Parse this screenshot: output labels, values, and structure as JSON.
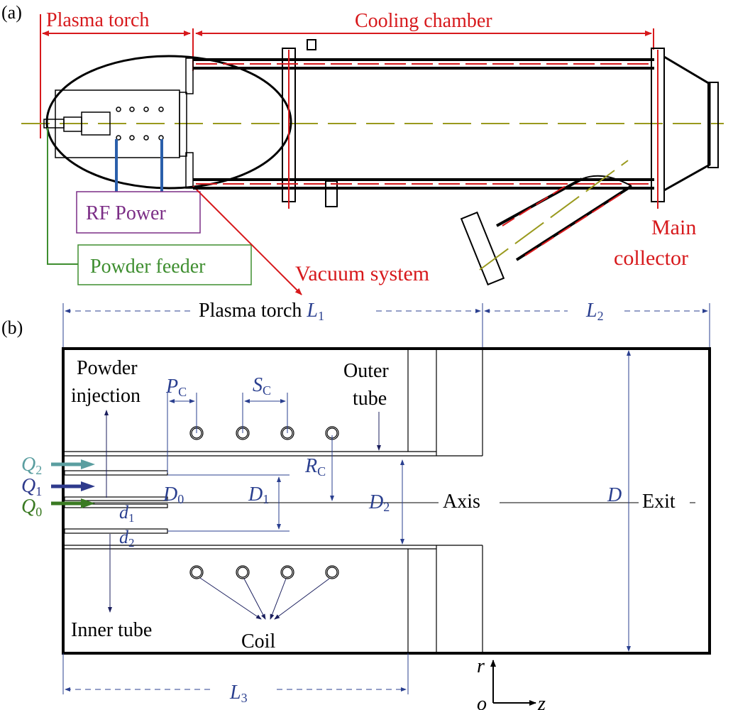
{
  "panel_a": {
    "tag": "(a)",
    "dimension_labels": {
      "plasma_torch": "Plasma torch",
      "cooling_chamber": "Cooling chamber"
    },
    "callouts": {
      "rf_power": "RF Power",
      "powder_feeder": "Powder feeder",
      "vacuum_system": "Vacuum system",
      "main_collector_line1": "Main",
      "main_collector_line2": "collector"
    },
    "colors": {
      "label_red": "#d7191c",
      "axis_olive": "#9a9a1e",
      "rf_purple": "#7b2d86",
      "feeder_green": "#3e8e2f"
    }
  },
  "panel_b": {
    "tag": "(b)",
    "dimension_labels": {
      "plasma_torch": "Plasma torch ",
      "L1": "L",
      "L1_sub": "1",
      "L2": "L",
      "L2_sub": "2",
      "L3": "L",
      "L3_sub": "3",
      "Pc": "P",
      "Pc_sub": "C",
      "Sc": "S",
      "Sc_sub": "C",
      "Rc": "R",
      "Rc_sub": "C",
      "D0": "D",
      "D0_sub": "0",
      "D1": "D",
      "D1_sub": "1",
      "D2": "D",
      "D2_sub": "2",
      "D": "D",
      "d1": "d",
      "d1_sub": "1",
      "d2": "d",
      "d2_sub": "2"
    },
    "flows": [
      {
        "name": "Q",
        "sub": "2",
        "color": "#5a9ea0"
      },
      {
        "name": "Q",
        "sub": "1",
        "color": "#2e3a8c"
      },
      {
        "name": "Q",
        "sub": "0",
        "color": "#3a7a22"
      }
    ],
    "text_labels": {
      "powder_line1": "Powder",
      "powder_line2": "injection",
      "outer_line1": "Outer",
      "outer_line2": "tube",
      "axis": "Axis",
      "exit": "Exit",
      "inner_tube": "Inner tube",
      "coil": "Coil"
    },
    "coordinate_axes": {
      "r": "r",
      "o": "o",
      "z": "z"
    },
    "colors": {
      "dim_blue": "#2a3f8f"
    }
  }
}
